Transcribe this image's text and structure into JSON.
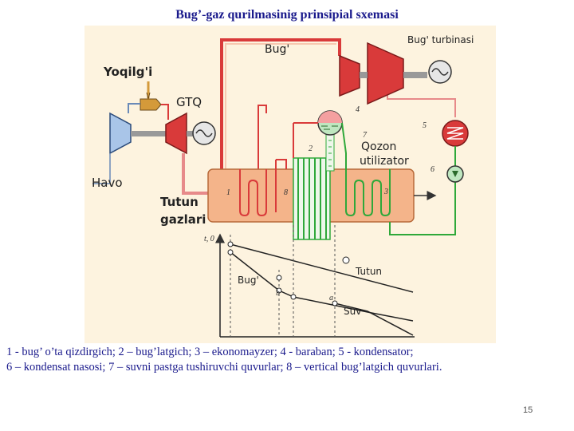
{
  "title": "Bug’-gaz qurilmasinig prinsipial sxemasi",
  "labels": {
    "bug_top": "Bug'",
    "turbine": "Bug' turbinasi",
    "fuel": "Yoqilg'i",
    "gtq": "GTQ",
    "air": "Havo",
    "boiler": "Qozon utilizator",
    "flue_gas_1": "Tutun",
    "flue_gas_2": "gazlari",
    "graph_axis": "t, 0",
    "graph_smoke": "Tutun",
    "graph_steam": "Bug'",
    "graph_water": "Suv",
    "graph_b": "b",
    "graph_a": "a",
    "n1": "1",
    "n2": "2",
    "n3": "3",
    "n4": "4",
    "n5": "5",
    "n6": "6",
    "n7": "7",
    "n8": "8"
  },
  "legend_line1": "1 - bug’ o’ta qizdirgich; 2 – bug’latgich; 3 – ekonomayzer; 4 - baraban; 5 - kondensator;",
  "legend_line2": "6 – kondensat nasosi; 7 – suvni pastga tushiruvchi quvurlar; 8 – vertical bug’latgich quvurlari.",
  "page_number": "15",
  "colors": {
    "background": "#fdf3df",
    "steam_pipe": "#d93a3a",
    "water_pipe": "#2fa83a",
    "boiler_fill": "#f4b48a",
    "text_blue": "#1a1a8c"
  }
}
